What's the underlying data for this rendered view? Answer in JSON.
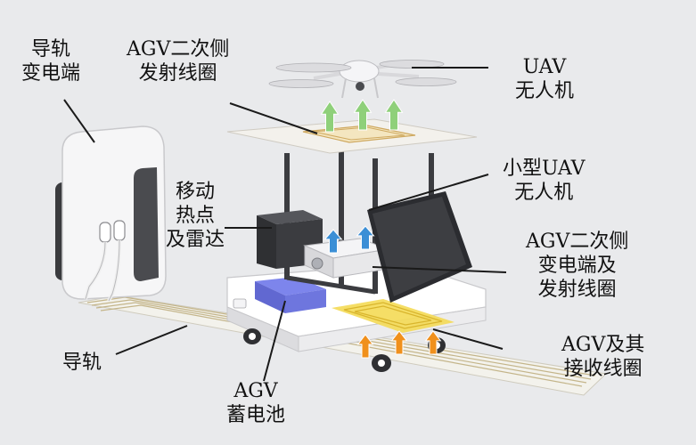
{
  "labels": {
    "rail_power": [
      "导轨",
      "变电端"
    ],
    "agv_secondary_tx": [
      "AGV二次侧",
      "发射线圈"
    ],
    "uav": [
      "UAV",
      "无人机"
    ],
    "small_uav": [
      "小型UAV",
      "无人机"
    ],
    "hotspot_radar": [
      "移动",
      "热点",
      "及雷达"
    ],
    "agv_secondary_side": [
      "AGV二次侧",
      "变电端及",
      "发射线圈"
    ],
    "agv_receiver": [
      "AGV及其",
      "接收线圈"
    ],
    "rail": [
      "导轨"
    ],
    "battery": [
      "AGV",
      "蓄电池"
    ]
  },
  "colors": {
    "background": "#e9eaec",
    "up_arrow_top": "#8fd07a",
    "up_arrow_mid": "#3b8fd6",
    "up_arrow_bottom": "#f0901c",
    "battery": "#5a63d8",
    "receiver_coil": "#f2d64a"
  }
}
